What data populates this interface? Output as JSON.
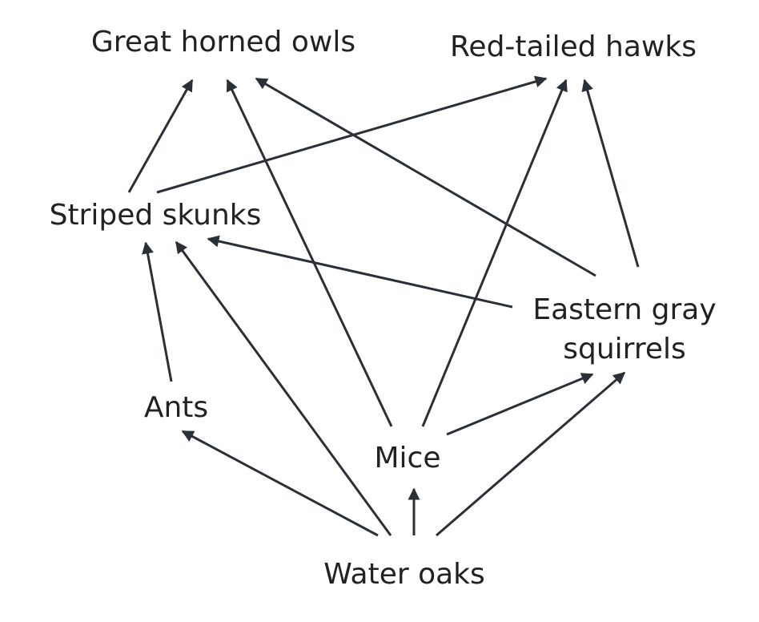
{
  "diagram": {
    "type": "food-web",
    "colors": {
      "text": "#222222",
      "arrow": "#2b2f36",
      "background": "#ffffff"
    },
    "nodes": {
      "great_horned_owls": "Great horned owls",
      "red_tailed_hawks": "Red-tailed hawks",
      "striped_skunks": "Striped skunks",
      "eastern_gray_squirrels_line1": "Eastern gray",
      "eastern_gray_squirrels_line2": "squirrels",
      "ants": "Ants",
      "mice": "Mice",
      "water_oaks": "Water oaks"
    },
    "edges": [
      {
        "from": "Water oaks",
        "to": "Ants"
      },
      {
        "from": "Water oaks",
        "to": "Striped skunks"
      },
      {
        "from": "Water oaks",
        "to": "Mice"
      },
      {
        "from": "Water oaks",
        "to": "Eastern gray squirrels"
      },
      {
        "from": "Ants",
        "to": "Striped skunks"
      },
      {
        "from": "Mice",
        "to": "Great horned owls"
      },
      {
        "from": "Mice",
        "to": "Red-tailed hawks"
      },
      {
        "from": "Mice",
        "to": "Eastern gray squirrels"
      },
      {
        "from": "Striped skunks",
        "to": "Great horned owls"
      },
      {
        "from": "Striped skunks",
        "to": "Red-tailed hawks"
      },
      {
        "from": "Eastern gray squirrels",
        "to": "Great horned owls"
      },
      {
        "from": "Eastern gray squirrels",
        "to": "Red-tailed hawks"
      },
      {
        "from": "Eastern gray squirrels",
        "to": "Striped skunks"
      }
    ]
  }
}
